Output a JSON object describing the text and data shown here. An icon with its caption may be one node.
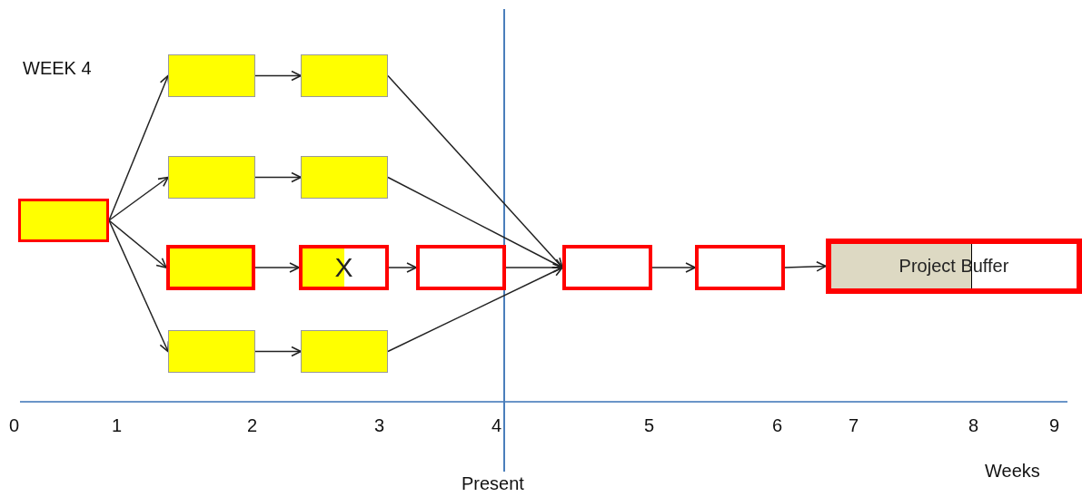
{
  "diagram": {
    "nodes": [
      {
        "text": [],
        "shape": "box"
      },
      {
        "text": [],
        "shape": "box"
      },
      {
        "text": [],
        "shape": "box"
      },
      {
        "text": [],
        "shape": "box"
      },
      {
        "text": [],
        "shape": "box"
      },
      {
        "text": [],
        "shape": "box"
      },
      {
        "text": [
          "X"
        ]
      },
      {
        "text": [],
        "shape": "box"
      },
      {
        "text": [],
        "shape": "box"
      },
      {
        "text": [],
        "shape": "box"
      },
      {
        "text": [
          "Project Buffer"
        ]
      },
      {
        "text": [],
        "shape": "box"
      },
      {
        "text": [],
        "shape": "box"
      }
    ],
    "edges": [
      {
        "from": 0,
        "to": 1,
        "arrow": "to"
      },
      {
        "from": 0,
        "to": 3,
        "arrow": "to"
      },
      {
        "from": 0,
        "to": 5,
        "arrow": "to"
      },
      {
        "from": 0,
        "to": 11,
        "arrow": "to"
      },
      {
        "from": 1,
        "to": 2,
        "arrow": "to"
      },
      {
        "from": 3,
        "to": 4,
        "arrow": "to"
      },
      {
        "from": 5,
        "to": 6,
        "arrow": "to"
      },
      {
        "from": 11,
        "to": 12,
        "arrow": "to"
      },
      {
        "from": 6,
        "to": 7,
        "arrow": "to"
      },
      {
        "from": 2,
        "to": 8,
        "arrow": "to"
      },
      {
        "from": 4,
        "to": 8,
        "arrow": "to"
      },
      {
        "from": 7,
        "to": 8,
        "arrow": "to"
      },
      {
        "from": 12,
        "to": 8,
        "arrow": "to"
      },
      {
        "from": 8,
        "to": 9,
        "arrow": "to"
      },
      {
        "from": 9,
        "to": 10,
        "arrow": "to"
      }
    ],
    "labels": [
      "WEEK 4",
      "0",
      "1",
      "2",
      "3",
      "4",
      "5",
      "6",
      "7",
      "8",
      "9",
      "Present",
      "Weeks"
    ]
  }
}
